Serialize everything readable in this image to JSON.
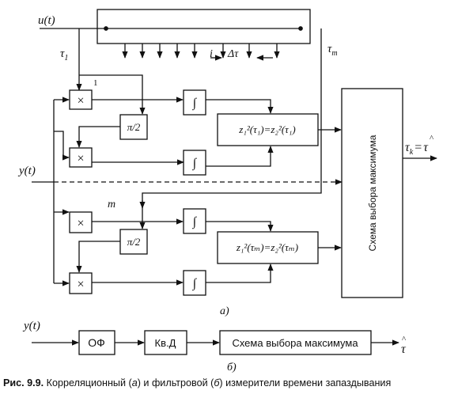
{
  "inputs": {
    "u": "u(t)",
    "y": "y(t)"
  },
  "delay_line": {
    "tau1": "τ",
    "tau1_sub": "1",
    "taum": "τ",
    "taum_sub": "m",
    "tap_i": "i",
    "delta_tau": "Δτ"
  },
  "channel1": {
    "index": "1",
    "multiplier": "×",
    "phase_shifter": "π/2",
    "integrator": "∫",
    "combiner": "z₁²(τ₁)=z₂²(τ₁)"
  },
  "channelm": {
    "index": "m",
    "multiplier": "×",
    "phase_shifter": "π/2",
    "integrator": "∫",
    "combiner": "z₁²(τₘ)=z₂²(τₘ)"
  },
  "max_selector": {
    "label": "Схема выбора максимума"
  },
  "output": {
    "main": "τ",
    "sub": "k",
    "equals": "=",
    "hat": "τ"
  },
  "panel_a": {
    "label": "а)"
  },
  "panel_b": {
    "input": "y(t)",
    "of": "ОФ",
    "kvd": "Кв.Д",
    "selector": "Схема выбора максимума",
    "output": "τ",
    "label": "б)"
  },
  "caption": {
    "prefix": "Рис. 9.9.",
    "t1": "Корреляционный (",
    "a": "а",
    "t2": ") и фильтровой (",
    "b": "б",
    "t3": ") измерители времени запаздывания"
  }
}
